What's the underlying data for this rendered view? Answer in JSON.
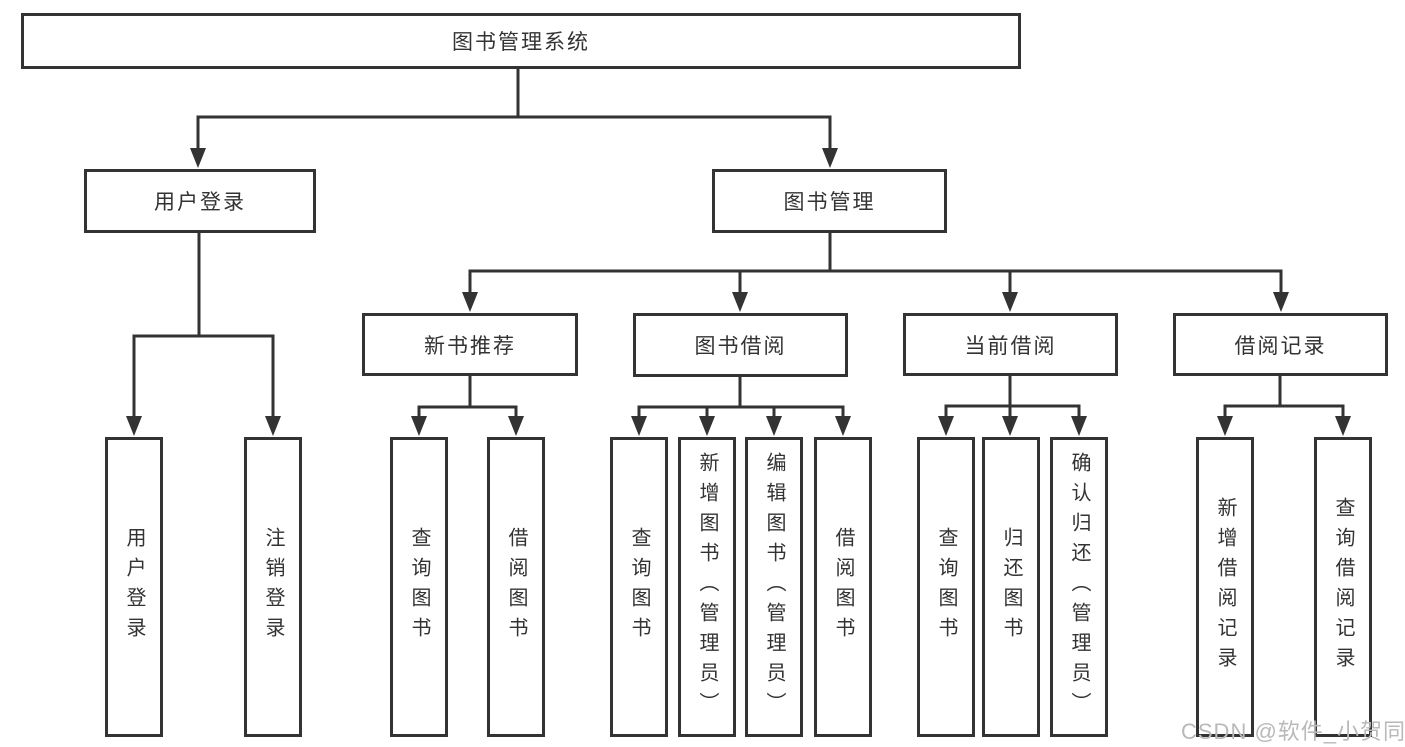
{
  "diagram_type": "hierarchy-tree",
  "colors": {
    "line": "#333333",
    "border": "#333333",
    "text": "#333333",
    "background": "#ffffff",
    "watermark": "#b9b9b9"
  },
  "tree": {
    "label": "图书管理系统",
    "children": [
      {
        "label": "用户登录",
        "children": [
          {
            "label": "用户登录"
          },
          {
            "label": "注销登录"
          }
        ]
      },
      {
        "label": "图书管理",
        "children": [
          {
            "label": "新书推荐",
            "children": [
              {
                "label": "查询图书"
              },
              {
                "label": "借阅图书"
              }
            ]
          },
          {
            "label": "图书借阅",
            "children": [
              {
                "label": "查询图书"
              },
              {
                "label": "新增图书（管理员）"
              },
              {
                "label": "编辑图书（管理员）"
              },
              {
                "label": "借阅图书"
              }
            ]
          },
          {
            "label": "当前借阅",
            "children": [
              {
                "label": "查询图书"
              },
              {
                "label": "归还图书"
              },
              {
                "label": "确认归还（管理员）"
              }
            ]
          },
          {
            "label": "借阅记录",
            "children": [
              {
                "label": "新增借阅记录"
              },
              {
                "label": "查询借阅记录"
              }
            ]
          }
        ]
      }
    ]
  },
  "watermark": {
    "text": "CSDN @软件_小贺同学"
  }
}
